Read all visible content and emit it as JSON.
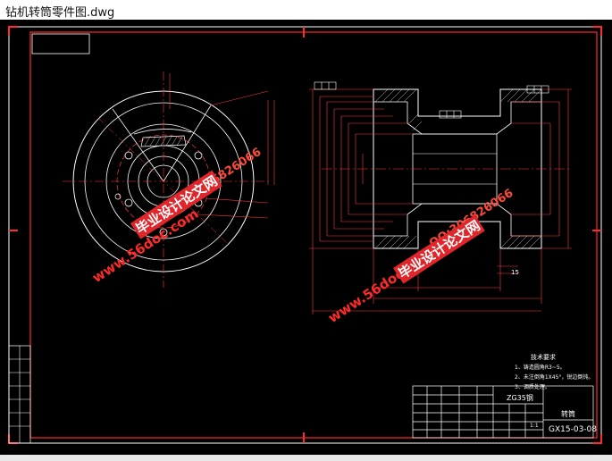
{
  "window": {
    "title": "钻机转筒零件图.dwg"
  },
  "watermarks": {
    "url": "www.56doc.com",
    "qq": "QQ:306826066",
    "brand": "毕业设计论文网"
  },
  "drawing": {
    "tech_requirements_title": "技术要求",
    "tech_requirements": [
      "1、铸造圆角R3~5。",
      "2、未注倒角1X45°，锐边倒钝。",
      "3、调质处理。"
    ],
    "title_block": {
      "material": "ZG35钢",
      "part_name": "转筒",
      "drawing_no": "GX15-03-08",
      "scale": "1:1"
    },
    "dimension_labels": {
      "d_15": "15"
    }
  }
}
